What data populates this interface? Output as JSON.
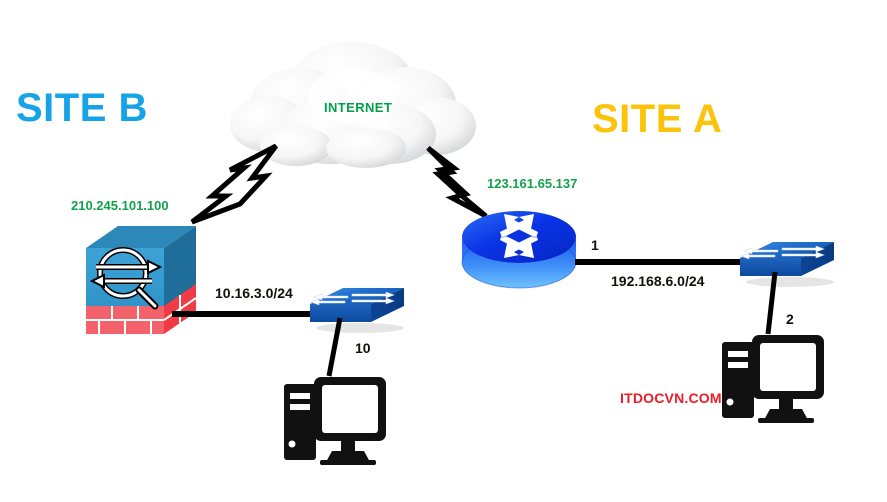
{
  "diagram": {
    "title_site_b": "SITE B",
    "title_site_a": "SITE A",
    "cloud_label": "INTERNET",
    "watermark": "ITDOCVN.COM",
    "colors": {
      "site_b": "#17a3e8",
      "site_a": "#fbc30a",
      "public_ip_text": "#13a24a",
      "subnet_text": "#12100b",
      "watermark": "#ed1c24",
      "router_blue": "#0a3ff0",
      "switch_blue": "#1565c8",
      "firewall_blue": "#3a9bd0",
      "firewall_brick": "#f4626c",
      "device_black": "#111111",
      "link_black": "#000000"
    },
    "nodes": [
      {
        "id": "internet-cloud",
        "type": "cloud",
        "label": "INTERNET"
      },
      {
        "id": "firewall-site-b",
        "type": "firewall",
        "public_ip": "210.245.101.100"
      },
      {
        "id": "switch-site-b",
        "type": "switch"
      },
      {
        "id": "pc-site-b",
        "type": "workstation",
        "port": "10"
      },
      {
        "id": "router-site-a",
        "type": "router",
        "public_ip": "123.161.65.137",
        "port": "1"
      },
      {
        "id": "switch-site-a",
        "type": "switch"
      },
      {
        "id": "pc-site-a",
        "type": "workstation",
        "port": "2"
      }
    ],
    "labels": {
      "wan_ip_site_b": "210.245.101.100",
      "wan_ip_site_a": "123.161.65.137",
      "lan_subnet_site_b": "10.16.3.0/24",
      "lan_subnet_site_a": "192.168.6.0/24",
      "port_site_b_pc": "10",
      "port_site_a_router": "1",
      "port_site_a_pc": "2"
    },
    "links": [
      {
        "from": "internet-cloud",
        "to": "firewall-site-b",
        "style": "lightning"
      },
      {
        "from": "internet-cloud",
        "to": "router-site-a",
        "style": "lightning"
      },
      {
        "from": "firewall-site-b",
        "to": "switch-site-b",
        "style": "solid",
        "label": "10.16.3.0/24"
      },
      {
        "from": "switch-site-b",
        "to": "pc-site-b",
        "style": "solid",
        "label": "10"
      },
      {
        "from": "router-site-a",
        "to": "switch-site-a",
        "style": "solid",
        "label": "192.168.6.0/24"
      },
      {
        "from": "switch-site-a",
        "to": "pc-site-a",
        "style": "solid",
        "label": "2"
      }
    ]
  }
}
